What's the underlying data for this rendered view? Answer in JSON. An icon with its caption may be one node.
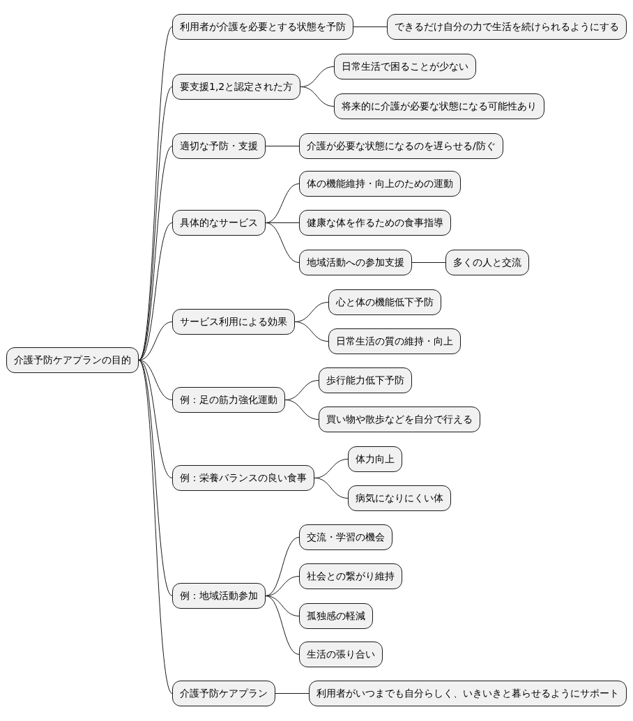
{
  "diagram": {
    "nodes": [
      {
        "text": [
          "介護予防ケアプランの目的"
        ]
      },
      {
        "text": [
          "利用者が介護を必要とする状態を予防"
        ]
      },
      {
        "text": [
          "できるだけ自分の力で生活を続けられるようにする"
        ]
      },
      {
        "text": [
          "要支援1,2と認定された方"
        ]
      },
      {
        "text": [
          "日常生活で困ることが少ない"
        ]
      },
      {
        "text": [
          "将来的に介護が必要な状態になる可能性あり"
        ]
      },
      {
        "text": [
          "適切な予防・支援"
        ]
      },
      {
        "text": [
          "介護が必要な状態になるのを遅らせる/防ぐ"
        ]
      },
      {
        "text": [
          "具体的なサービス"
        ]
      },
      {
        "text": [
          "体の機能維持・向上のための運動"
        ]
      },
      {
        "text": [
          "健康な体を作るための食事指導"
        ]
      },
      {
        "text": [
          "地域活動への参加支援"
        ]
      },
      {
        "text": [
          "多くの人と交流"
        ]
      },
      {
        "text": [
          "サービス利用による効果"
        ]
      },
      {
        "text": [
          "心と体の機能低下予防"
        ]
      },
      {
        "text": [
          "日常生活の質の維持・向上"
        ]
      },
      {
        "text": [
          "例：足の筋力強化運動"
        ]
      },
      {
        "text": [
          "歩行能力低下予防"
        ]
      },
      {
        "text": [
          "買い物や散歩などを自分で行える"
        ]
      },
      {
        "text": [
          "例：栄養バランスの良い食事"
        ]
      },
      {
        "text": [
          "体力向上"
        ]
      },
      {
        "text": [
          "病気になりにくい体"
        ]
      },
      {
        "text": [
          "例：地域活動参加"
        ]
      },
      {
        "text": [
          "交流・学習の機会"
        ]
      },
      {
        "text": [
          "社会との繋がり維持"
        ]
      },
      {
        "text": [
          "孤独感の軽減"
        ]
      },
      {
        "text": [
          "生活の張り合い"
        ]
      },
      {
        "text": [
          "介護予防ケアプラン"
        ]
      },
      {
        "text": [
          "利用者がいつまでも自分らしく、いきいきと暮らせるようにサポート"
        ]
      }
    ],
    "edges": [
      {
        "from": 0,
        "to": 1,
        "arrow": "none"
      },
      {
        "from": 1,
        "to": 2,
        "arrow": "none"
      },
      {
        "from": 0,
        "to": 3,
        "arrow": "none"
      },
      {
        "from": 3,
        "to": 4,
        "arrow": "none"
      },
      {
        "from": 3,
        "to": 5,
        "arrow": "none"
      },
      {
        "from": 0,
        "to": 6,
        "arrow": "none"
      },
      {
        "from": 6,
        "to": 7,
        "arrow": "none"
      },
      {
        "from": 0,
        "to": 8,
        "arrow": "none"
      },
      {
        "from": 8,
        "to": 9,
        "arrow": "none"
      },
      {
        "from": 8,
        "to": 10,
        "arrow": "none"
      },
      {
        "from": 8,
        "to": 11,
        "arrow": "none"
      },
      {
        "from": 11,
        "to": 12,
        "arrow": "none"
      },
      {
        "from": 0,
        "to": 13,
        "arrow": "none"
      },
      {
        "from": 13,
        "to": 14,
        "arrow": "none"
      },
      {
        "from": 13,
        "to": 15,
        "arrow": "none"
      },
      {
        "from": 0,
        "to": 16,
        "arrow": "none"
      },
      {
        "from": 16,
        "to": 17,
        "arrow": "none"
      },
      {
        "from": 16,
        "to": 18,
        "arrow": "none"
      },
      {
        "from": 0,
        "to": 19,
        "arrow": "none"
      },
      {
        "from": 19,
        "to": 20,
        "arrow": "none"
      },
      {
        "from": 19,
        "to": 21,
        "arrow": "none"
      },
      {
        "from": 0,
        "to": 22,
        "arrow": "none"
      },
      {
        "from": 22,
        "to": 23,
        "arrow": "none"
      },
      {
        "from": 22,
        "to": 24,
        "arrow": "none"
      },
      {
        "from": 22,
        "to": 25,
        "arrow": "none"
      },
      {
        "from": 22,
        "to": 26,
        "arrow": "none"
      },
      {
        "from": 0,
        "to": 27,
        "arrow": "none"
      },
      {
        "from": 27,
        "to": 28,
        "arrow": "none"
      }
    ]
  }
}
